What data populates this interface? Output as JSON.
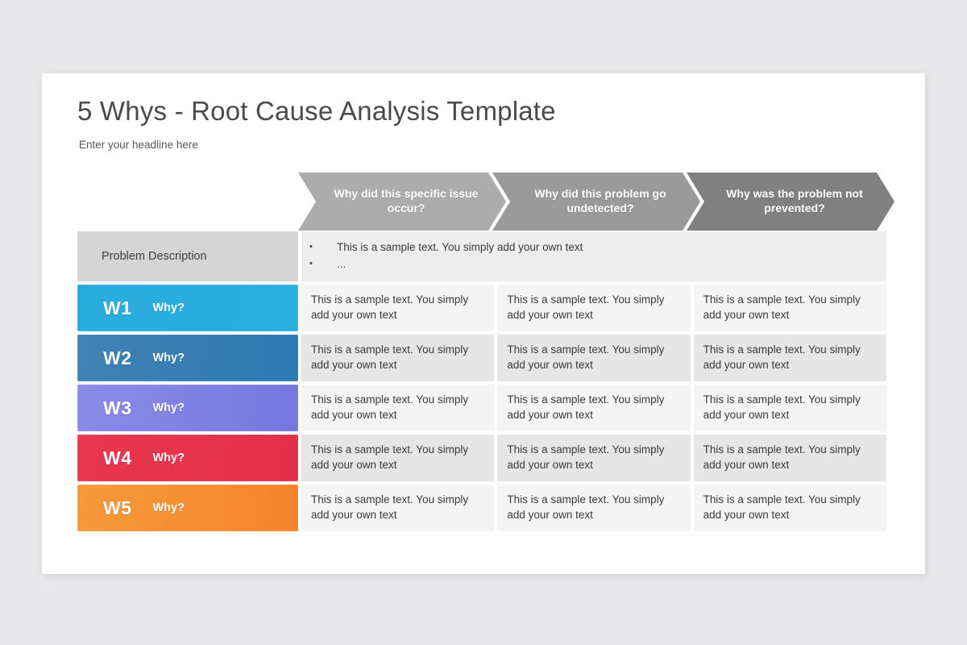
{
  "slide": {
    "title": "5 Whys - Root Cause Analysis Template",
    "subtitle": "Enter your headline here"
  },
  "columns": [
    {
      "label": "Why did this specific issue occur?",
      "color": "#acacac"
    },
    {
      "label": "Why did this problem go undetected?",
      "color": "#9a9a9a"
    },
    {
      "label": "Why was the problem not prevented?",
      "color": "#808080"
    }
  ],
  "problem": {
    "label": "Problem Description",
    "bullets": [
      {
        "marker": "•",
        "text": "This is a sample text. You simply add your own text"
      },
      {
        "marker": "•",
        "text": "..."
      }
    ]
  },
  "rows": [
    {
      "code": "W1",
      "ask": "Why?",
      "color": "#29abdc",
      "cells": [
        "This is a sample text. You simply add your own text",
        "This is a sample text. You simply add your own text",
        "This is a sample text. You simply add your own text"
      ]
    },
    {
      "code": "W2",
      "ask": "Why?",
      "color": "#2d79b4",
      "cells": [
        "This is a sample text. You simply add your own text",
        "This is a sample text. You simply add your own text",
        "This is a sample text. You simply add your own text"
      ]
    },
    {
      "code": "W3",
      "ask": "Why?",
      "color": "#7577de",
      "cells": [
        "This is a sample text. You simply add your own text",
        "This is a sample text. You simply add your own text",
        "This is a sample text. You simply add your own text"
      ]
    },
    {
      "code": "W4",
      "ask": "Why?",
      "color": "#e8384f",
      "cells": [
        "This is a sample text. You simply add your own text",
        "This is a sample text. You simply add your own text",
        "This is a sample text. You simply add your own text"
      ]
    },
    {
      "code": "W5",
      "ask": "Why?",
      "color": "#f5862a",
      "cells": [
        "This is a sample text. You simply add your own text",
        "This is a sample text. You simply add your own text",
        "This is a sample text. You simply add your own text"
      ]
    }
  ]
}
